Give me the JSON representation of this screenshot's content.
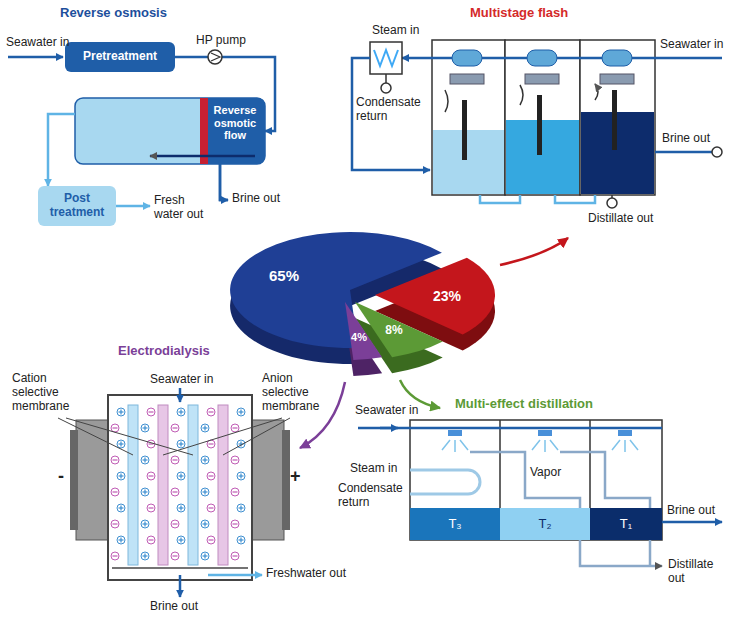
{
  "diagram": {
    "nodes": [
      {
        "text": [
          "Pretreatment"
        ]
      },
      {
        "text": [
          "Reverse osmotic flow"
        ]
      },
      {
        "text": [
          "Post treatment"
        ]
      },
      {
        "text": [
          "T₃"
        ]
      },
      {
        "text": [
          "T₂"
        ]
      },
      {
        "text": [
          "T₁"
        ]
      }
    ],
    "edges": [
      {
        "from": 0,
        "to": 1,
        "arrow": "to"
      },
      {
        "from": 1,
        "to": 2,
        "arrow": "to"
      }
    ],
    "labels": [
      "Reverse osmosis",
      "Seawater in",
      "HP pump",
      "Fresh water out",
      "Brine out",
      "Multistage flash",
      "Steam in",
      "Seawater in",
      "Condensate return",
      "Brine out",
      "Distillate out",
      "65%",
      "23%",
      "4%",
      "8%",
      "Electrodialysis",
      "Cation selective membrane",
      "Seawater in",
      "Anion selective membrane",
      "-",
      "+",
      "Freshwater out",
      "Brine out",
      "Multi-effect distillation",
      "Seawater in",
      "Steam in",
      "Condensate return",
      "Vapor",
      "Brine out",
      "Distillate out"
    ]
  }
}
